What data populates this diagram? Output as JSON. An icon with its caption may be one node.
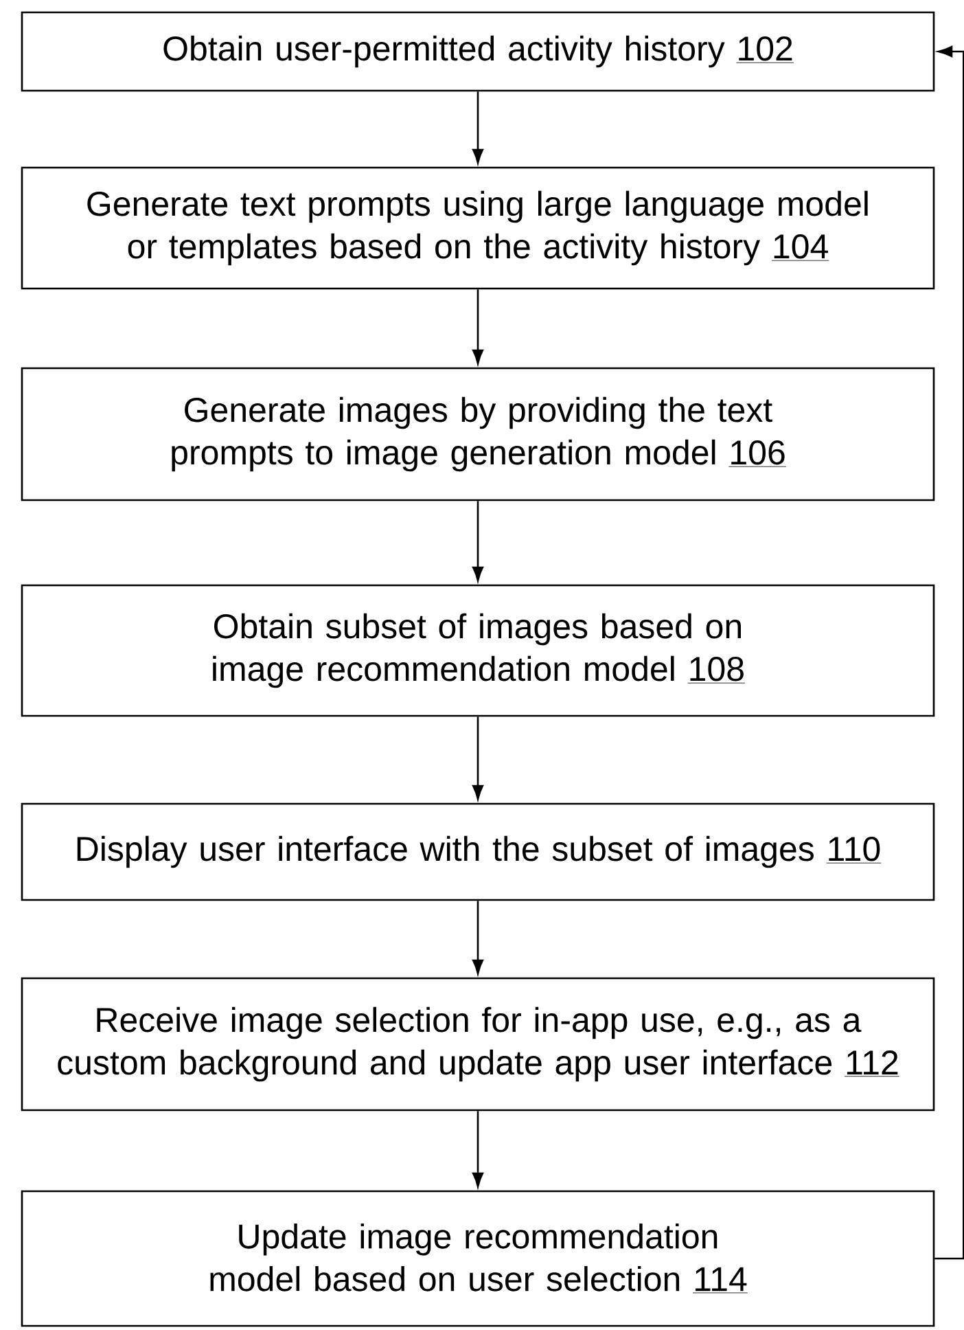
{
  "diagram": {
    "nodes": [
      {
        "text": [
          "Obtain user-permitted activity history",
          "102"
        ]
      },
      {
        "text": [
          "Generate text prompts using large language model or templates based on the activity history",
          "104"
        ]
      },
      {
        "text": [
          "Generate images by providing the text prompts to image generation model",
          "106"
        ]
      },
      {
        "text": [
          "Obtain subset of images based on image recommendation model",
          "108"
        ]
      },
      {
        "text": [
          "Display user interface with the subset of images",
          "110"
        ]
      },
      {
        "text": [
          "Receive image selection for in-app use, e.g., as a custom background and update app user interface",
          "112"
        ]
      },
      {
        "text": [
          "Update image recommendation model based on user selection",
          "114"
        ]
      }
    ],
    "edges": [
      {
        "from": 0,
        "to": 1,
        "arrow": "to"
      },
      {
        "from": 1,
        "to": 2,
        "arrow": "to"
      },
      {
        "from": 2,
        "to": 3,
        "arrow": "to"
      },
      {
        "from": 3,
        "to": 4,
        "arrow": "to"
      },
      {
        "from": 4,
        "to": 5,
        "arrow": "to"
      },
      {
        "from": 5,
        "to": 6,
        "arrow": "to"
      },
      {
        "from": 6,
        "to": 0,
        "arrow": "to"
      }
    ]
  }
}
